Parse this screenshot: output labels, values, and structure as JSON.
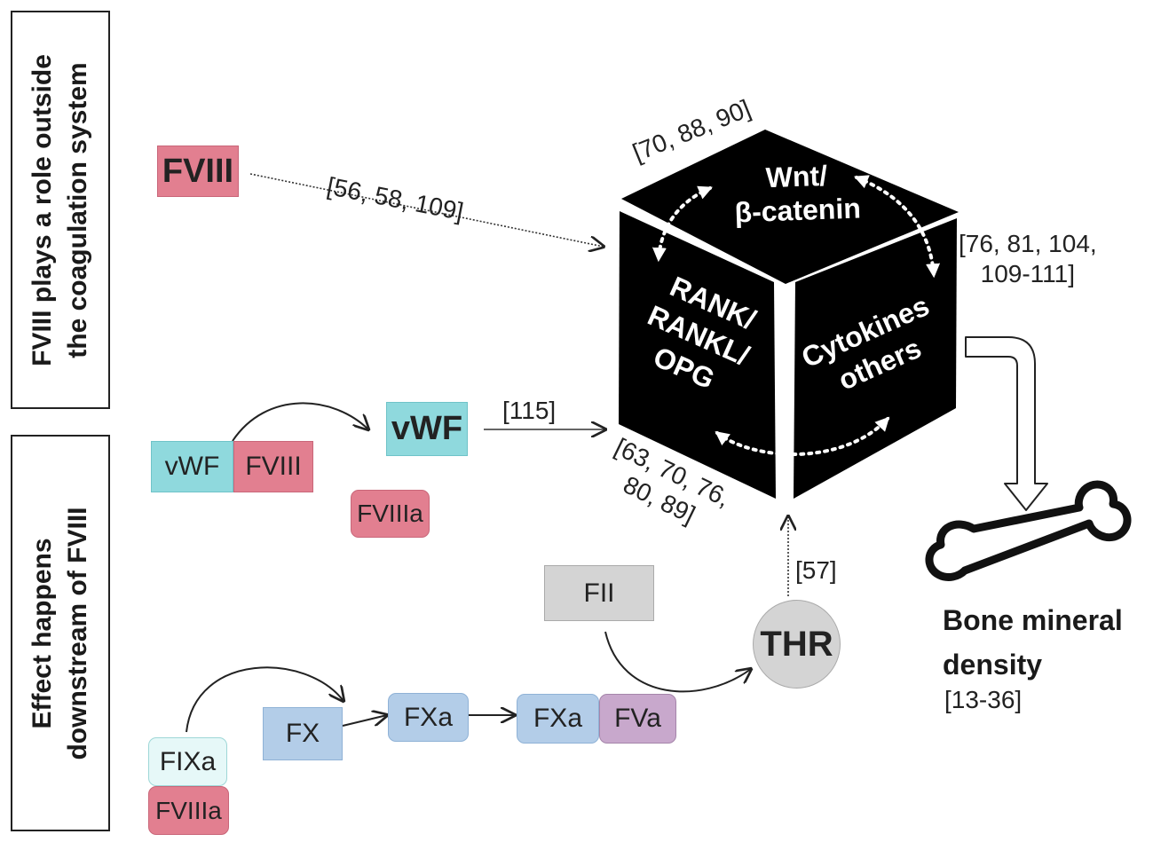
{
  "side_labels": {
    "top": {
      "line1": "FVIII plays a role outside",
      "line2": "the coagulation system"
    },
    "bottom": {
      "line1": "Effect happens",
      "line2": "downstream of FVIII"
    }
  },
  "nodes": {
    "fviii_main": "FVIII",
    "vwf_complex_vwf": "vWF",
    "vwf_complex_fviii": "FVIII",
    "vwf_free": "vWF",
    "fviiia_1": "FVIIIa",
    "fii": "FII",
    "thr": "THR",
    "fixa": "FIXa",
    "fviiia_2": "FVIIIa",
    "fx": "FX",
    "fxa_1": "FXa",
    "fxa_2": "FXa",
    "fva": "FVa"
  },
  "cube": {
    "top": {
      "line1": "Wnt/",
      "line2": "β-catenin"
    },
    "left": {
      "line1": "RANK/",
      "line2": "RANKL/",
      "line3": "OPG"
    },
    "right": {
      "line1": "Cytokines",
      "line2": "others"
    }
  },
  "refs": {
    "fviii_to_cube": "[56, 58, 109]",
    "cube_top_left": "[70, 88, 90]",
    "cube_top_right": {
      "line1": "[76, 81, 104,",
      "line2": "109-111]"
    },
    "vwf_to_cube": "[115]",
    "cube_bottom": {
      "line1": "[63, 70, 76,",
      "line2": "80, 89]"
    },
    "thr_to_cube": "[57]",
    "bone": "[13-36]"
  },
  "outcome": {
    "line1": "Bone mineral",
    "line2": "density"
  },
  "colors": {
    "fviii": "#e27f90",
    "vwf": "#8fd9dd",
    "factor_blue": "#b3cde8",
    "fva": "#c8a8cc",
    "fixa": "#e6f8f8",
    "gray": "#d4d4d4",
    "cube": "#000000"
  }
}
